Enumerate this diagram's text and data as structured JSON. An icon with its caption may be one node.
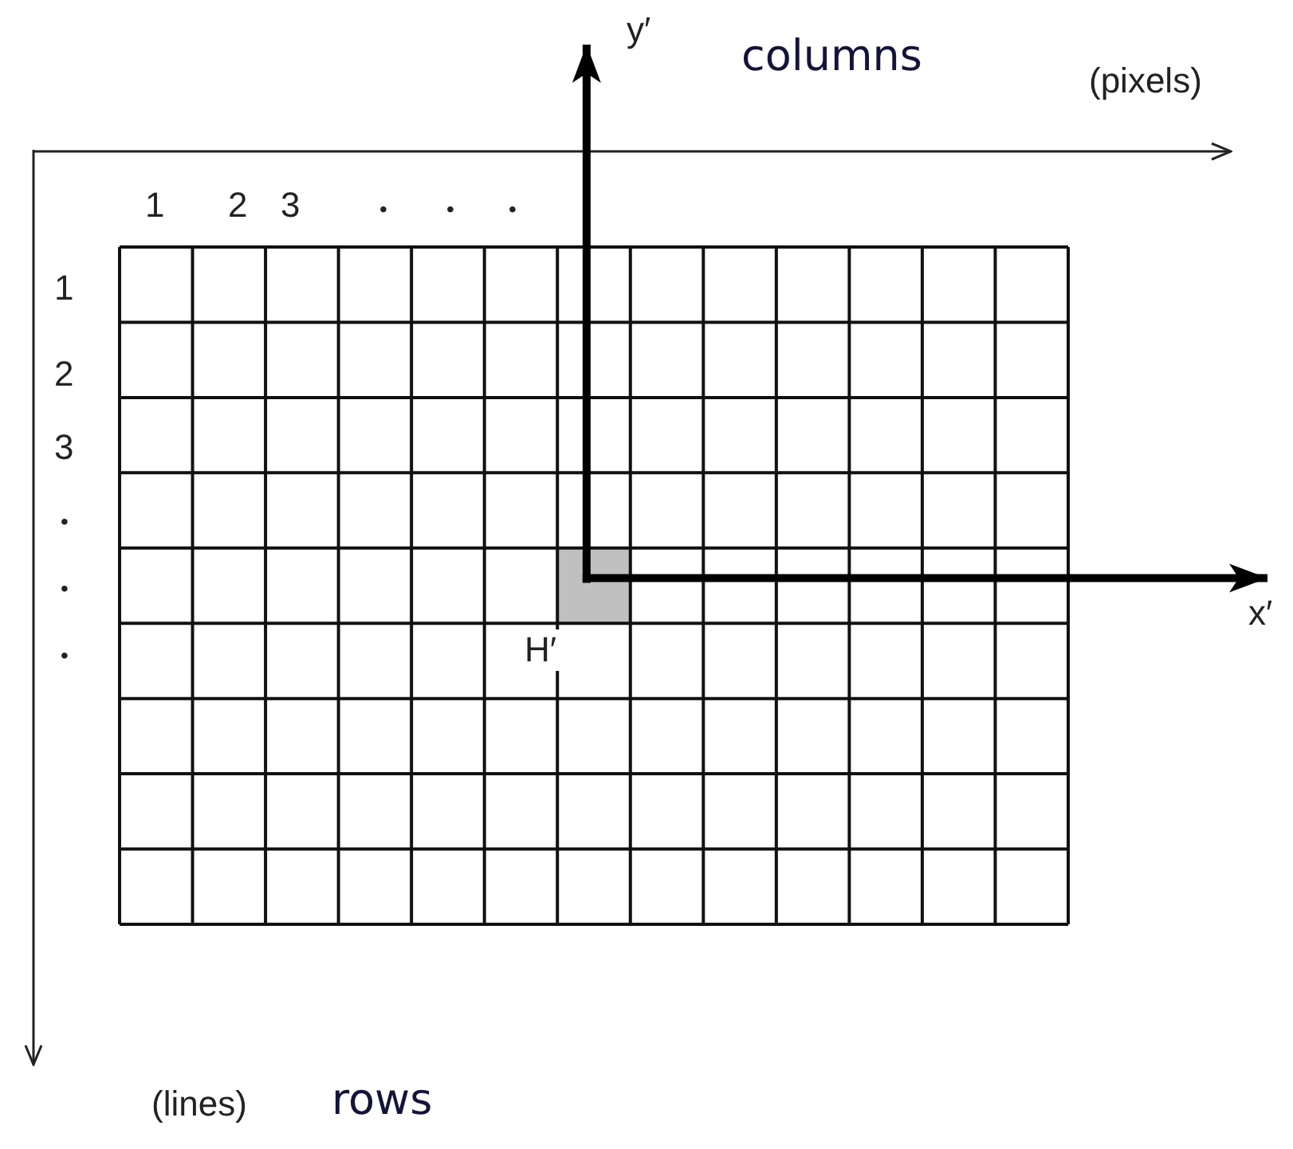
{
  "diagram": {
    "labels": [
      "y′",
      "columns",
      "(pixels)",
      "1",
      "2",
      "3",
      "•",
      "•",
      "•",
      "1",
      "2",
      "3",
      "•",
      "•",
      "x′",
      "H′",
      "•",
      "(lines)",
      "rows"
    ]
  }
}
